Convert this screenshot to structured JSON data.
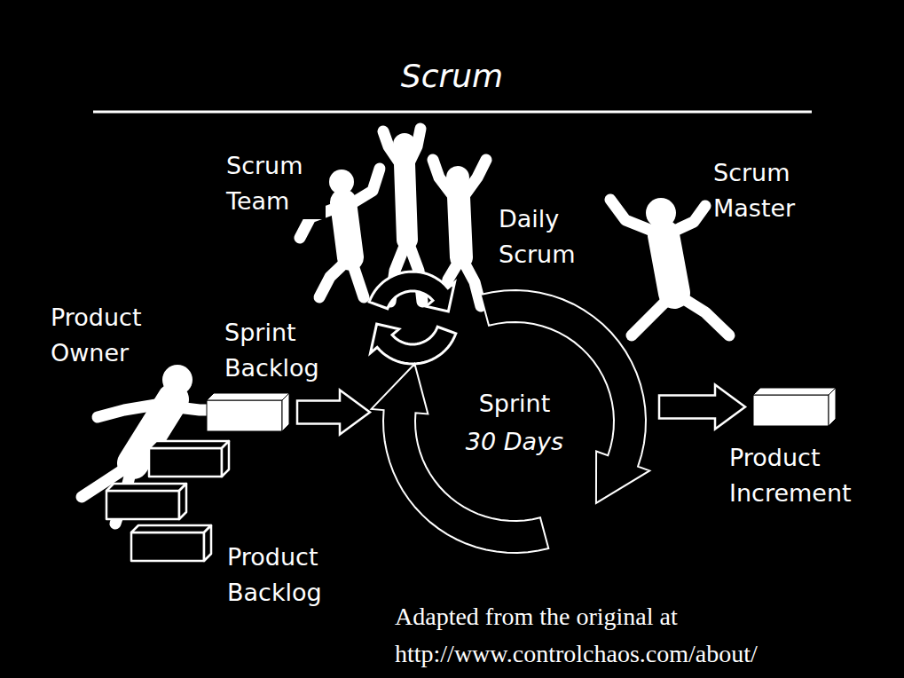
{
  "diagram": {
    "title": "Scrum",
    "nodes": [
      {
        "text": [
          "Sprint Backlog"
        ]
      },
      {
        "text": [
          "Sprint",
          "30 Days"
        ]
      },
      {
        "text": [
          "Product Increment"
        ]
      },
      {
        "text": [
          "Product Backlog"
        ]
      }
    ],
    "edges": [
      {
        "from": 0,
        "to": 1,
        "arrow": "to"
      },
      {
        "from": 1,
        "to": 2,
        "arrow": "to"
      }
    ],
    "labels": [
      "Scrum Team",
      "Scrum Master",
      "Daily Scrum",
      "Product Owner",
      "Adapted from the original at",
      "http://www.controlchaos.com/about/"
    ]
  }
}
